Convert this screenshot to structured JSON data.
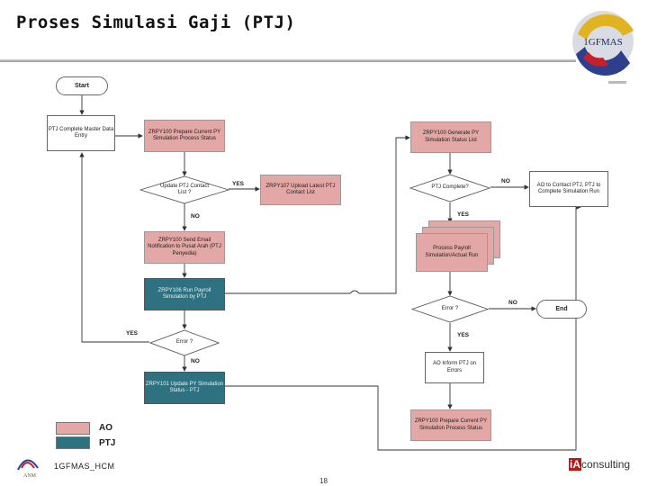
{
  "header": {
    "title": "Proses Simulasi Gaji (PTJ)",
    "logo_text": "1GFMAS"
  },
  "nodes": {
    "start": "Start",
    "master": "PTJ Complete Master Data Entry",
    "zrpy100_prepare": "ZRPY100 Prepare Current PY Simulation Process Status",
    "dec_update": "Update PTJ Contact List ?",
    "zrpy107": "ZRPY107 Upload Latest PTJ Contact List",
    "zrpy100_email": "ZRPY100 Send Email Notification to Pusat Arah (PTJ Penyedia)",
    "zrpy106": "ZRPY106 Run Payroll Simulation by PTJ",
    "dec_error_left": "Error ?",
    "zrpy101": "ZRPY101 Update PY Simulation Status - PTJ",
    "zrpy100_generate": "ZRPY100 Generate PY Simulation Status List",
    "dec_complete": "PTJ Complete?",
    "ao_contact": "AO to Contact PTJ, PTJ to Complete Simulation Run",
    "process_payroll": "Process Payroll Simulation/Actual Run",
    "dec_error_right": "Error ?",
    "end": "End",
    "ao_inform": "AO Inform PTJ on Errors",
    "zrpy100_final": "ZRPY100 Prepare Current PY Simulation Process Status"
  },
  "labels": {
    "yes": "YES",
    "no": "NO"
  },
  "legend": {
    "ao": "AO",
    "ptj": "PTJ"
  },
  "footer": {
    "left": "1GFMAS_HCM",
    "page": "18",
    "brand_ia": "iA",
    "brand_rest": "consulting"
  },
  "colors": {
    "ao": "#e3a7a5",
    "ptj": "#2e7281",
    "line": "#333333"
  }
}
